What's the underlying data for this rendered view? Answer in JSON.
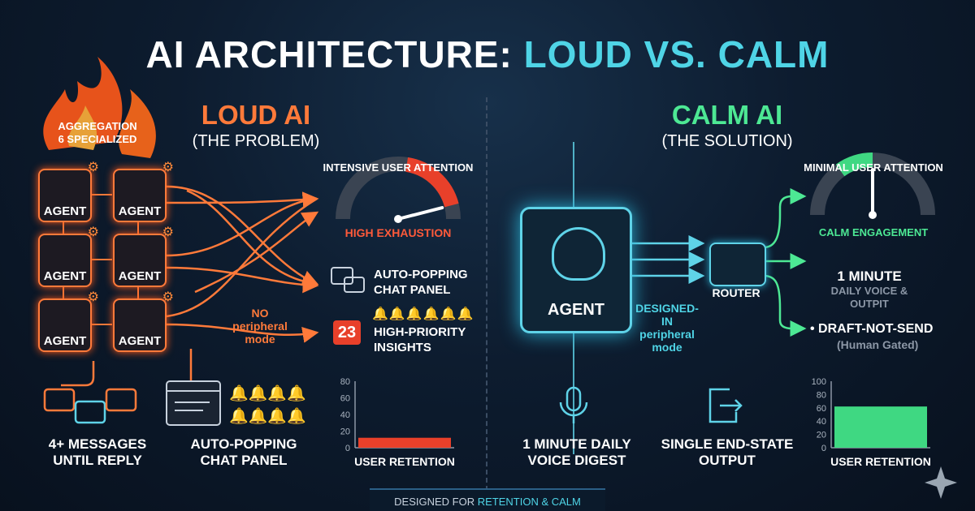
{
  "title": {
    "main": "AI ARCHITECTURE:",
    "highlight": "LOUD VS. CALM"
  },
  "loud": {
    "heading": "LOUD AI",
    "subheading": "(THE PROBLEM)",
    "aggregation_line1": "AGGREGATION",
    "aggregation_line2": "6 SPECIALIZED",
    "agent_label": "AGENT",
    "attention_label": "INTENSIVE USER ATTENTION",
    "gauge_value": 0.92,
    "gauge_caption": "HIGH EXHAUSTION",
    "chat_line1": "AUTO-POPPING",
    "chat_line2": "CHAT PANEL",
    "badge_count": "23",
    "insights_line1": "HIGH-PRIORITY",
    "insights_line2": "INSIGHTS",
    "no_peripheral_line1": "NO",
    "no_peripheral_line2": "peripheral",
    "no_peripheral_line3": "mode",
    "messages_line1": "4+ MESSAGES",
    "messages_line2": "UNTIL REPLY",
    "panel_line1": "AUTO-POPPING",
    "panel_line2": "CHAT PANEL"
  },
  "calm": {
    "heading": "CALM AI",
    "subheading": "(THE SOLUTION)",
    "agent_label": "AGENT",
    "router_label": "ROUTER",
    "designed_line1": "DESIGNED-IN",
    "designed_line2": "peripheral",
    "designed_line3": "mode",
    "attention_label": "MINIMAL USER ATTENTION",
    "gauge_value": 0.5,
    "gauge_caption": "CALM ENGAGEMENT",
    "minute_title": "1 MINUTE",
    "minute_sub1": "DAILY VOICE &",
    "minute_sub2": "OUTPIT",
    "draft_title": "DRAFT-NOT-SEND",
    "draft_sub": "(Human Gated)",
    "voice_line1": "1 MINUTE DAILY",
    "voice_line2": "VOICE DIGEST",
    "output_line1": "SINGLE END-STATE",
    "output_line2": "OUTPUT"
  },
  "chart_data": [
    {
      "type": "bar",
      "title": "",
      "xlabel": "USER RETENTION",
      "ylabel": "",
      "ylim": [
        0,
        80
      ],
      "yticks": [
        "0",
        "20",
        "40",
        "60",
        "80"
      ],
      "categories": [
        "USER RETENTION"
      ],
      "values": [
        12
      ],
      "color": "#e8402a"
    },
    {
      "type": "bar",
      "title": "",
      "xlabel": "USER RETENTION",
      "ylabel": "",
      "ylim": [
        0,
        100
      ],
      "yticks": [
        "0",
        "20",
        "40",
        "60",
        "80",
        "100"
      ],
      "categories": [
        "USER RETENTION"
      ],
      "values": [
        62
      ],
      "color": "#3fd882"
    }
  ],
  "footer": {
    "prefix": "DESIGNED FOR",
    "highlight": "RETENTION & CALM"
  },
  "colors": {
    "loud": "#ff7a3a",
    "calm": "#4de894",
    "accent": "#4fd4e6"
  }
}
